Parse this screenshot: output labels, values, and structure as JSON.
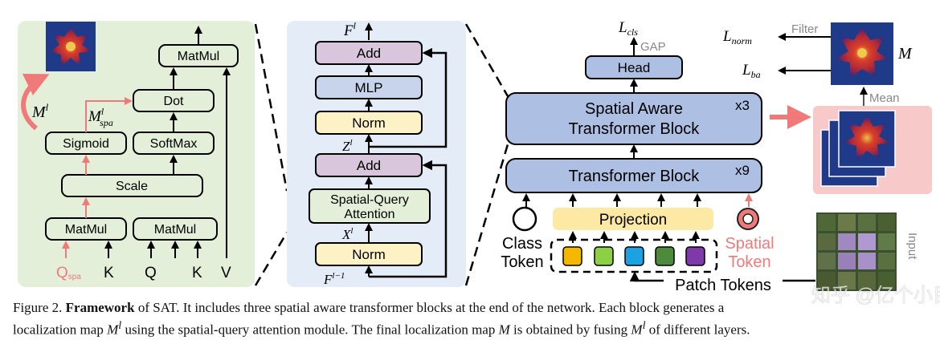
{
  "left_panel": {
    "matmul_top": "MatMul",
    "dot": "Dot",
    "sigmoid": "Sigmoid",
    "softmax": "SoftMax",
    "scale": "Scale",
    "matmul_left": "MatMul",
    "matmul_right": "MatMul",
    "map_label": "M",
    "map_sup": "l",
    "spa_label": "M",
    "spa_sup": "l",
    "spa_sub": "spa",
    "inputs": {
      "q_spa": "Q",
      "q_spa_sub": "spa",
      "k1": "K",
      "q": "Q",
      "k2": "K",
      "v": "V"
    }
  },
  "middle_panel": {
    "out": "F",
    "out_sup": "l",
    "add_top": "Add",
    "mlp": "MLP",
    "norm_top": "Norm",
    "z": "Z",
    "z_sup": "l",
    "add_mid": "Add",
    "sqa_line1": "Spatial-Query",
    "sqa_line2": "Attention",
    "x": "X",
    "x_sup": "l",
    "norm_bottom": "Norm",
    "in": "F",
    "in_sup": "l−1"
  },
  "right_panel": {
    "loss_cls": "L",
    "loss_cls_sub": "cls",
    "gap": "GAP",
    "head": "Head",
    "sat_line1": "Spatial Aware",
    "sat_line2": "Transformer Block",
    "sat_count": "x3",
    "tb": "Transformer Block",
    "tb_count": "x9",
    "projection": "Projection",
    "class_token_line1": "Class",
    "class_token_line2": "Token",
    "spatial_token_line1": "Spatial",
    "spatial_token_line2": "Token",
    "patch_tokens": "Patch Tokens",
    "loss_norm": "L",
    "loss_norm_sub": "norm",
    "loss_ba": "L",
    "loss_ba_sub": "ba",
    "filter": "Filter",
    "mean": "Mean",
    "map_m": "M",
    "input": "Input",
    "watermark": "知乎 @亿个小目标"
  },
  "caption": {
    "fig": "Figure 2.",
    "bold": "Framework",
    "line1_rest": " of SAT. It includes three spatial aware transformer blocks at the end of the network. Each block generates a",
    "line2_a": "localization map ",
    "line2_b": " using the spatial-query attention module. The final localization map ",
    "line2_c": " is obtained by fusing ",
    "line2_d": " of different layers.",
    "m": "M",
    "sup": "l"
  },
  "colors": {
    "green_panel": "#e3efd8",
    "blue_panel": "#e3ecf7",
    "block_blue": "#adc0e4",
    "norm_yellow": "#fdf1c6",
    "add_purple": "#d9c6dd",
    "red_arrow": "#f07a7a",
    "patch_colors": [
      "#f5b800",
      "#8dcf45",
      "#1aa3e0",
      "#4e8a3c",
      "#7d3aa8"
    ]
  }
}
